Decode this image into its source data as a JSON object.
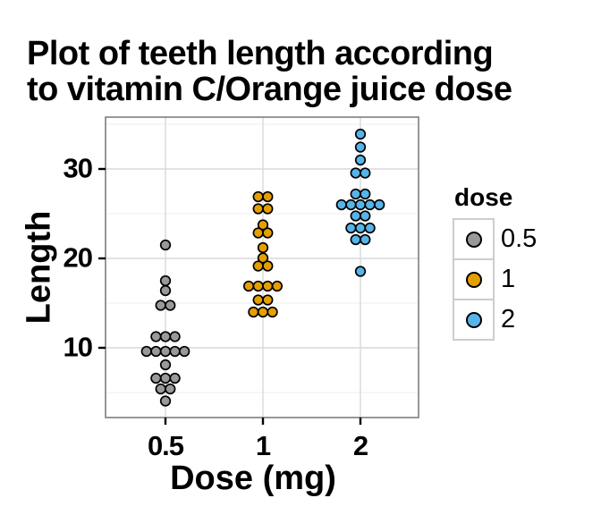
{
  "chart_data": {
    "type": "dotplot",
    "title": {
      "line1": "Plot of teeth length according",
      "line2": "to vitamin C/Orange juice dose"
    },
    "xlabel": "Dose (mg)",
    "ylabel": "Length",
    "x_categories": [
      "0.5",
      "1",
      "2"
    ],
    "y_ticks": [
      30,
      20,
      10
    ],
    "y_minor_gridlines": [
      35,
      25,
      15,
      5
    ],
    "ylim": [
      2.2,
      35.8
    ],
    "grid": true,
    "legend": {
      "title": "dose",
      "position": "right",
      "entries": [
        {
          "label": "0.5",
          "color": "#999999"
        },
        {
          "label": "1",
          "color": "#E69F00"
        },
        {
          "label": "2",
          "color": "#56B4E9"
        }
      ]
    },
    "groups": [
      {
        "dose": "0.5",
        "color": "#999999",
        "values": [
          4.2,
          5.2,
          5.8,
          6.4,
          7.0,
          7.3,
          8.2,
          9.4,
          9.7,
          9.7,
          10.0,
          10.0,
          11.2,
          11.2,
          11.5,
          14.5,
          15.2,
          16.5,
          17.6,
          21.5
        ],
        "stacks": [
          {
            "y": 21.5,
            "n": 1
          },
          {
            "y": 17.5,
            "n": 1
          },
          {
            "y": 16.4,
            "n": 1
          },
          {
            "y": 14.75,
            "n": 2
          },
          {
            "y": 11.25,
            "n": 3
          },
          {
            "y": 9.6,
            "n": 5
          },
          {
            "y": 8.1,
            "n": 1
          },
          {
            "y": 6.6,
            "n": 3
          },
          {
            "y": 5.4,
            "n": 2
          },
          {
            "y": 4.05,
            "n": 1
          }
        ]
      },
      {
        "dose": "1",
        "color": "#E69F00",
        "values": [
          13.6,
          14.5,
          14.5,
          15.2,
          15.5,
          16.5,
          16.5,
          17.3,
          17.3,
          18.8,
          19.7,
          20.0,
          21.2,
          22.5,
          23.3,
          23.6,
          25.2,
          25.8,
          26.4,
          27.3
        ],
        "stacks": [
          {
            "y": 26.9,
            "n": 2
          },
          {
            "y": 25.55,
            "n": 2
          },
          {
            "y": 23.75,
            "n": 1
          },
          {
            "y": 22.85,
            "n": 2
          },
          {
            "y": 21.2,
            "n": 1
          },
          {
            "y": 20.05,
            "n": 1
          },
          {
            "y": 19.15,
            "n": 2
          },
          {
            "y": 16.9,
            "n": 4
          },
          {
            "y": 15.35,
            "n": 2
          },
          {
            "y": 14.0,
            "n": 3
          }
        ]
      },
      {
        "dose": "2",
        "color": "#56B4E9",
        "values": [
          18.5,
          21.5,
          22.4,
          23.0,
          23.3,
          23.6,
          24.5,
          24.8,
          25.5,
          25.5,
          26.4,
          26.4,
          26.4,
          26.7,
          27.3,
          29.4,
          29.5,
          30.9,
          32.5,
          33.9
        ],
        "stacks": [
          {
            "y": 33.9,
            "n": 1
          },
          {
            "y": 32.45,
            "n": 1
          },
          {
            "y": 31.0,
            "n": 1
          },
          {
            "y": 29.55,
            "n": 2
          },
          {
            "y": 27.2,
            "n": 2
          },
          {
            "y": 26.0,
            "n": 5
          },
          {
            "y": 24.75,
            "n": 2
          },
          {
            "y": 23.4,
            "n": 3
          },
          {
            "y": 22.1,
            "n": 2
          },
          {
            "y": 18.55,
            "n": 1
          }
        ]
      }
    ],
    "colors": {
      "panel_border": "#7f7f7f",
      "grid_major": "#d9d9d9",
      "grid_minor": "#ececec",
      "dot_stroke": "#000000",
      "tick_color": "#000000"
    }
  }
}
